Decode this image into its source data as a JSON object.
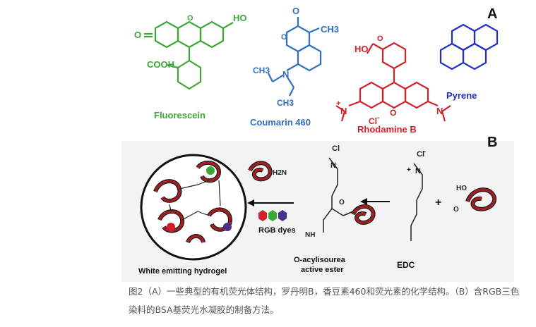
{
  "panel_a": {
    "label": "A",
    "fluorescein": {
      "name": "Fluorescein",
      "o": "O",
      "oh": "HO",
      "cooh": "COOH",
      "color": "#3aa832"
    },
    "coumarin": {
      "name": "Coumarin 460",
      "o": "O",
      "ch3_top": "CH3",
      "n": "N",
      "ch3_a": "CH3",
      "ch3_b": "CH3",
      "color": "#2f6fc4"
    },
    "rhodamine": {
      "name": "Rhodamine B",
      "oh": "HO",
      "o": "O",
      "n_left": "N",
      "n_right": "N",
      "plus": "+",
      "cl": "Cl",
      "minus": "-",
      "color": "#d0202a"
    },
    "pyrene": {
      "name": "Pyrene",
      "color": "#1f2fc6"
    }
  },
  "panel_b": {
    "label": "B",
    "edc": "EDC",
    "plus_sign": "+",
    "ho": "HO",
    "o": "O",
    "cl": "Cl",
    "minus": "-",
    "n": "N",
    "plus": "+",
    "nh": "NH",
    "h2n": "H2N",
    "intermediate": "O-acylisourea active ester",
    "intermediate_line1": "O-acylisourea",
    "intermediate_line2": "active ester",
    "rgb_dyes": "RGB dyes",
    "product": "White emitting hydrogel",
    "dye_colors": [
      "#d0202a",
      "#3aa832",
      "#4a2f8c"
    ]
  },
  "caption": {
    "line1": "图2（A）一些典型的有机荧光体结构，罗丹明B，香豆素460和荧光素的化学结构。（B）含RGB三色",
    "line2": "染料的BSA基荧光水凝胶的制备方法。"
  }
}
